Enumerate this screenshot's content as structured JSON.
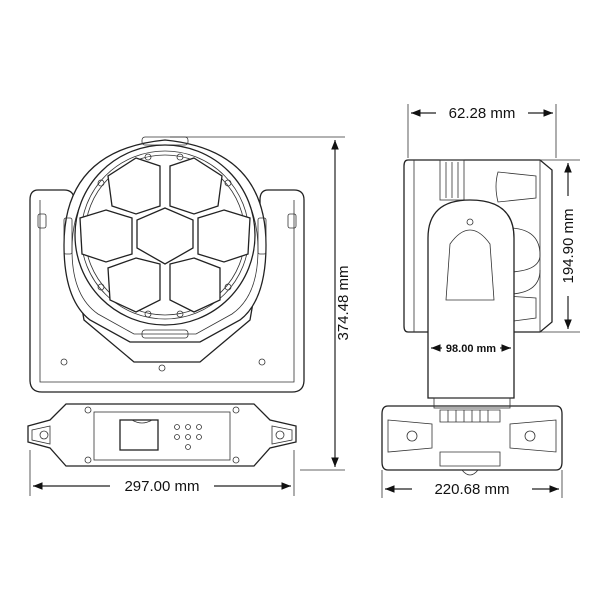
{
  "dimensions": {
    "total_height": "374.48 mm",
    "base_width": "297.00 mm",
    "side_depth_top": "62.28 mm",
    "head_height": "194.90 mm",
    "arm_width": "98.00 mm",
    "side_base_width": "220.68 mm"
  },
  "colors": {
    "line": "#222222",
    "background": "#ffffff"
  }
}
